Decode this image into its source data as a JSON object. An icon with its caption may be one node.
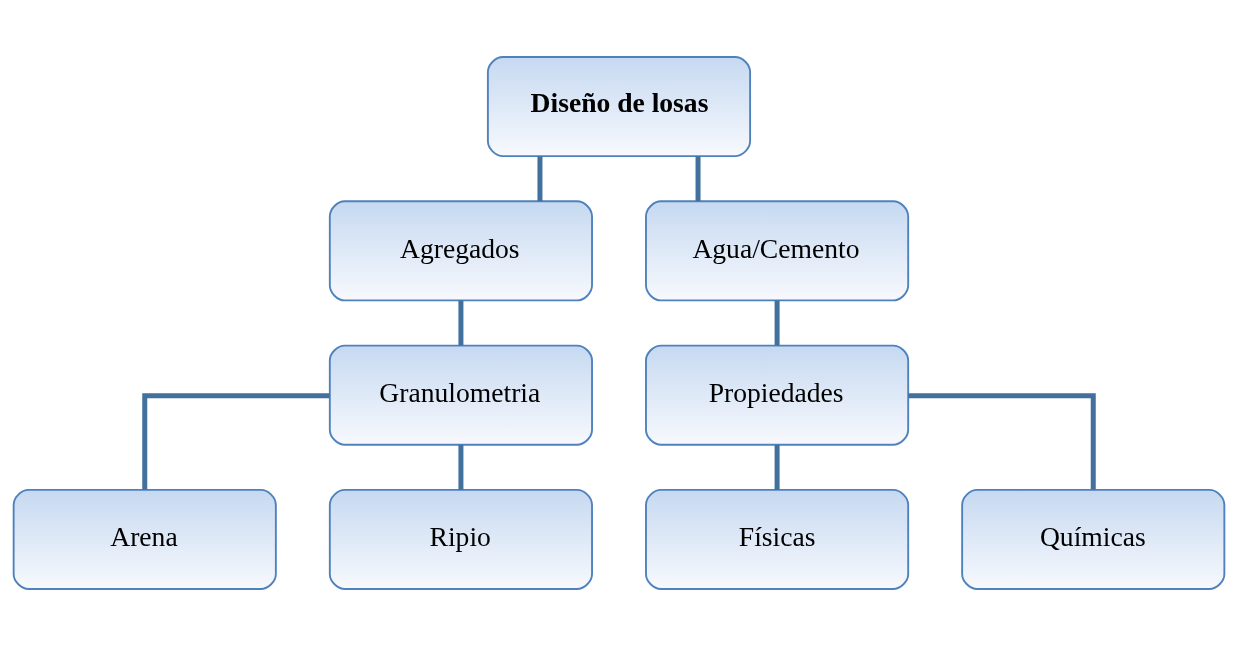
{
  "diagram": {
    "nodes": [
      {
        "text": [
          "Diseño de losas"
        ]
      },
      {
        "text": [
          "Agregados"
        ]
      },
      {
        "text": [
          "Agua/Cemento"
        ]
      },
      {
        "text": [
          "Granulometria"
        ]
      },
      {
        "text": [
          "Propiedades"
        ]
      },
      {
        "text": [
          "Arena"
        ]
      },
      {
        "text": [
          "Ripio"
        ]
      },
      {
        "text": [
          "Físicas"
        ]
      },
      {
        "text": [
          "Químicas"
        ]
      }
    ],
    "edges": [
      {
        "from": 0,
        "to": 1,
        "arrow": "none"
      },
      {
        "from": 0,
        "to": 2,
        "arrow": "none"
      },
      {
        "from": 1,
        "to": 3,
        "arrow": "none"
      },
      {
        "from": 2,
        "to": 4,
        "arrow": "none"
      },
      {
        "from": 3,
        "to": 5,
        "arrow": "none"
      },
      {
        "from": 3,
        "to": 6,
        "arrow": "none"
      },
      {
        "from": 4,
        "to": 7,
        "arrow": "none"
      },
      {
        "from": 4,
        "to": 8,
        "arrow": "none"
      }
    ]
  }
}
